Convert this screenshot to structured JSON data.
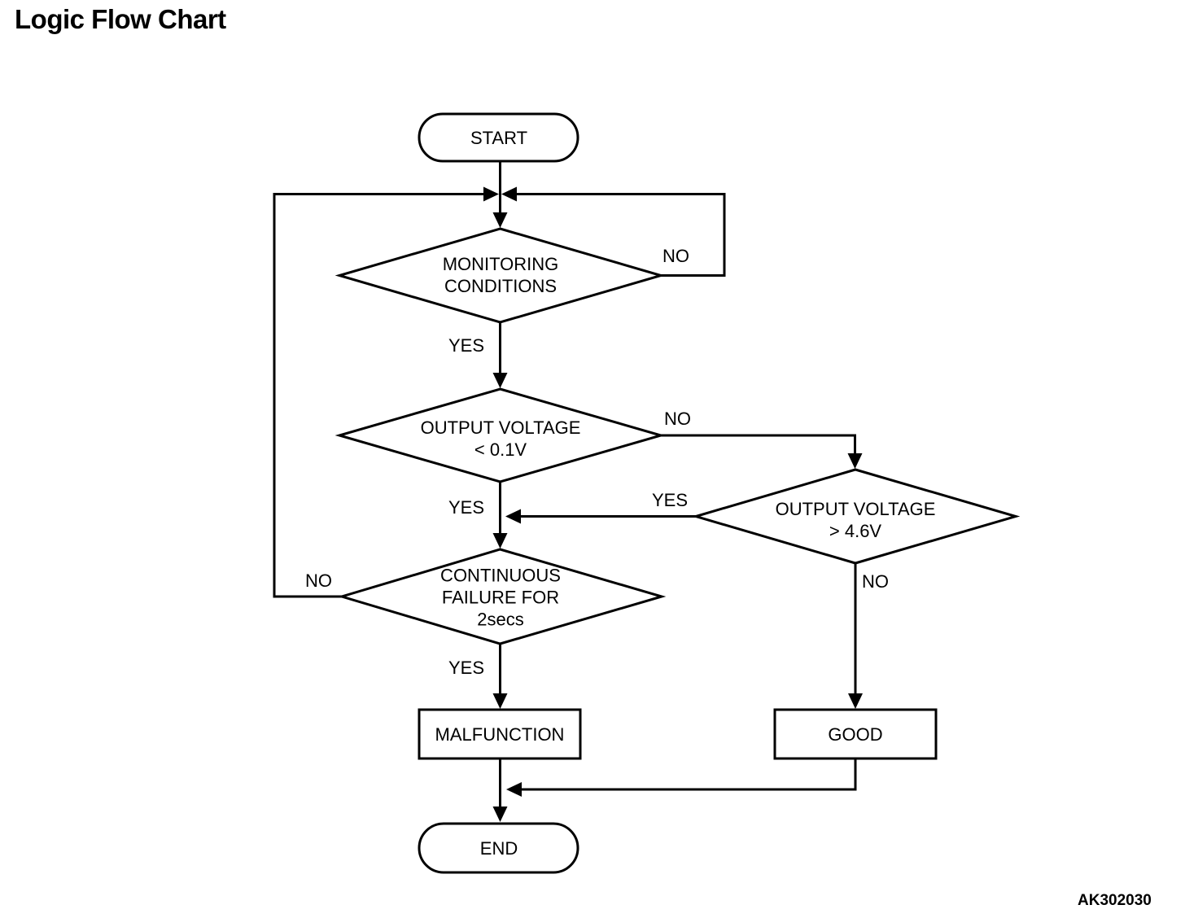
{
  "page": {
    "title": "Logic Flow Chart",
    "figure_code": "AK302030"
  },
  "colors": {
    "ink": "#000000",
    "paper": "#ffffff"
  },
  "flowchart": {
    "nodes": {
      "start": {
        "type": "terminator",
        "label": "START"
      },
      "monitoring_conditions": {
        "type": "decision",
        "lines": [
          "MONITORING",
          "CONDITIONS"
        ]
      },
      "output_voltage_low": {
        "type": "decision",
        "lines": [
          "OUTPUT VOLTAGE",
          "< 0.1V"
        ]
      },
      "output_voltage_high": {
        "type": "decision",
        "lines": [
          "OUTPUT VOLTAGE",
          "> 4.6V"
        ]
      },
      "continuous_failure": {
        "type": "decision",
        "lines": [
          "CONTINUOUS",
          "FAILURE FOR",
          "2secs"
        ]
      },
      "malfunction": {
        "type": "process",
        "label": "MALFUNCTION"
      },
      "good": {
        "type": "process",
        "label": "GOOD"
      },
      "end": {
        "type": "terminator",
        "label": "END"
      }
    },
    "edge_labels": {
      "monitoring_no": "NO",
      "monitoring_yes": "YES",
      "voltage_low_no": "NO",
      "voltage_low_yes": "YES",
      "voltage_high_yes": "YES",
      "voltage_high_no": "NO",
      "continuous_failure_no": "NO",
      "continuous_failure_yes": "YES"
    }
  }
}
